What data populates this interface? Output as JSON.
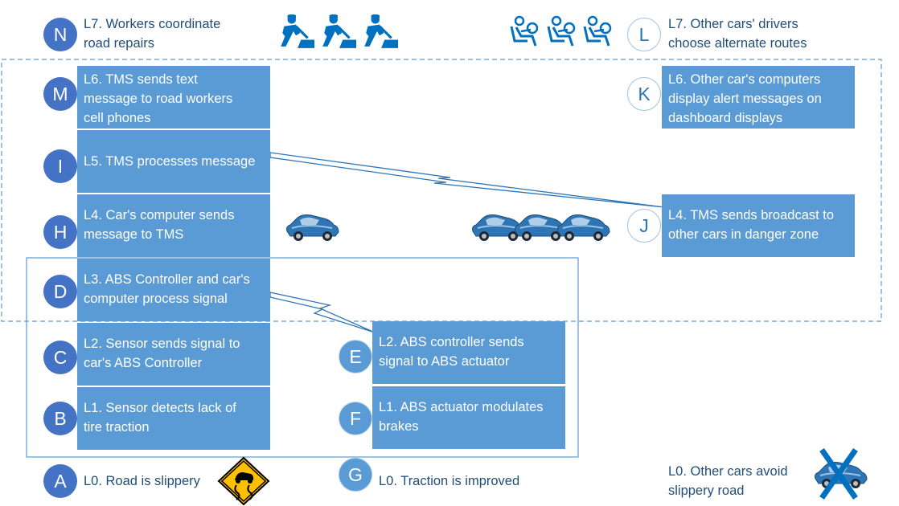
{
  "colors": {
    "box_fill": "#5b9bd5",
    "circle_dark": "#4472c4",
    "text_blue": "#1f4e79",
    "accent_blue": "#2e75b6",
    "sign_yellow": "#ffc000"
  },
  "left_column": [
    {
      "letter": "N",
      "text": "L7. Workers coordinate\nroad repairs"
    },
    {
      "letter": "M",
      "text": "L6. TMS sends text\nmessage to road workers\ncell phones"
    },
    {
      "letter": "I",
      "text": "L5. TMS processes message"
    },
    {
      "letter": "H",
      "text": "L4. Car's computer sends\nmessage to TMS"
    },
    {
      "letter": "D",
      "text": "L3. ABS Controller and car's\ncomputer process signal"
    },
    {
      "letter": "C",
      "text": "L2. Sensor sends signal to\ncar's ABS Controller"
    },
    {
      "letter": "B",
      "text": "L1. Sensor detects lack of\ntire traction"
    },
    {
      "letter": "A",
      "text": "L0. Road is slippery"
    }
  ],
  "middle_column": [
    {
      "letter": "E",
      "text": "L2. ABS controller sends\nsignal to ABS actuator"
    },
    {
      "letter": "F",
      "text": "L1. ABS actuator modulates\nbrakes"
    },
    {
      "letter": "G",
      "text": "L0. Traction is improved"
    }
  ],
  "right_column": [
    {
      "letter": "L",
      "text": "L7. Other cars' drivers\nchoose alternate routes"
    },
    {
      "letter": "K",
      "text": "L6. Other car's computers\ndisplay alert messages on\ndashboard displays"
    },
    {
      "letter": "J",
      "text": "L4. TMS sends broadcast to\nother cars in danger zone"
    },
    {
      "text": "L0. Other cars avoid\nslippery road"
    }
  ],
  "icons": [
    "road-worker-icon",
    "driver-icon",
    "car-icon",
    "slippery-road-sign-icon",
    "crossed-car-icon"
  ]
}
